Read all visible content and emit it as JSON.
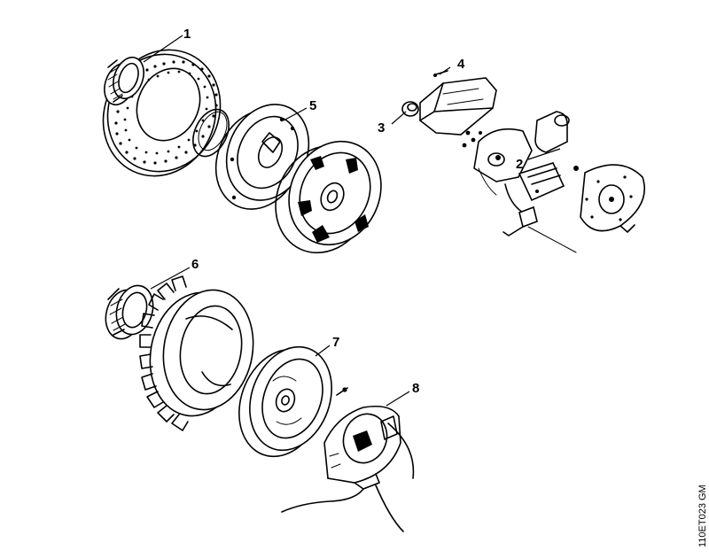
{
  "diagram": {
    "reference_code": "110ET023 GM",
    "callouts": [
      {
        "id": "1",
        "label": "1"
      },
      {
        "id": "2",
        "label": "2"
      },
      {
        "id": "3",
        "label": "3"
      },
      {
        "id": "4",
        "label": "4"
      },
      {
        "id": "5",
        "label": "5"
      },
      {
        "id": "6",
        "label": "6"
      },
      {
        "id": "7",
        "label": "7"
      },
      {
        "id": "8",
        "label": "8"
      }
    ]
  }
}
